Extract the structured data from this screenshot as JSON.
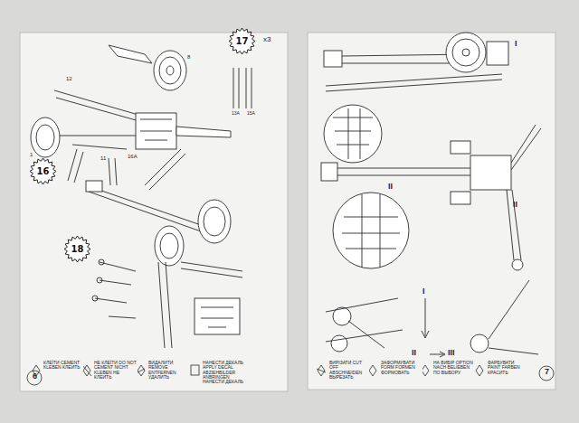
{
  "diagram": {
    "nodes": [
      {
        "text": [
          "17"
        ]
      },
      {
        "text": [
          "16"
        ]
      },
      {
        "text": [
          "18"
        ]
      }
    ],
    "labels": [
      "x3",
      "13A",
      "15A",
      "12",
      "8",
      "1",
      "16A",
      "11",
      "КЛЕЇТИ CEMENT KLEBEN КЛЕИТЬ",
      "НЕ КЛЕЇТИ DO NOT CEMENT NICHT KLEBEN НЕ КЛЕИТЬ",
      "ВИДАЛИТИ REMOVE ENTFERNEN УДАЛИТЬ",
      "НАНЕСТИ ДЕКАЛЬ APPLY DECAL ABZIEHBILDER ANBRINGEN НАНЕСТИ ДЕКАЛЬ",
      "ВИРІЗАТИ CUT OFF ABSCHNEIDEN ВЫРЕЗАТЬ",
      "ЗАФОРМУВАТИ FORM FORMEN ФОРМОВАТЬ",
      "НА ВИБІР OPTION NACH BELIEBEN ПО ВЫБОРУ",
      "ФАРБУВАТИ PAINT FARBEN КРАСИТЬ",
      "6",
      "7",
      "I",
      "II",
      "II",
      "I",
      "II",
      "III"
    ]
  }
}
